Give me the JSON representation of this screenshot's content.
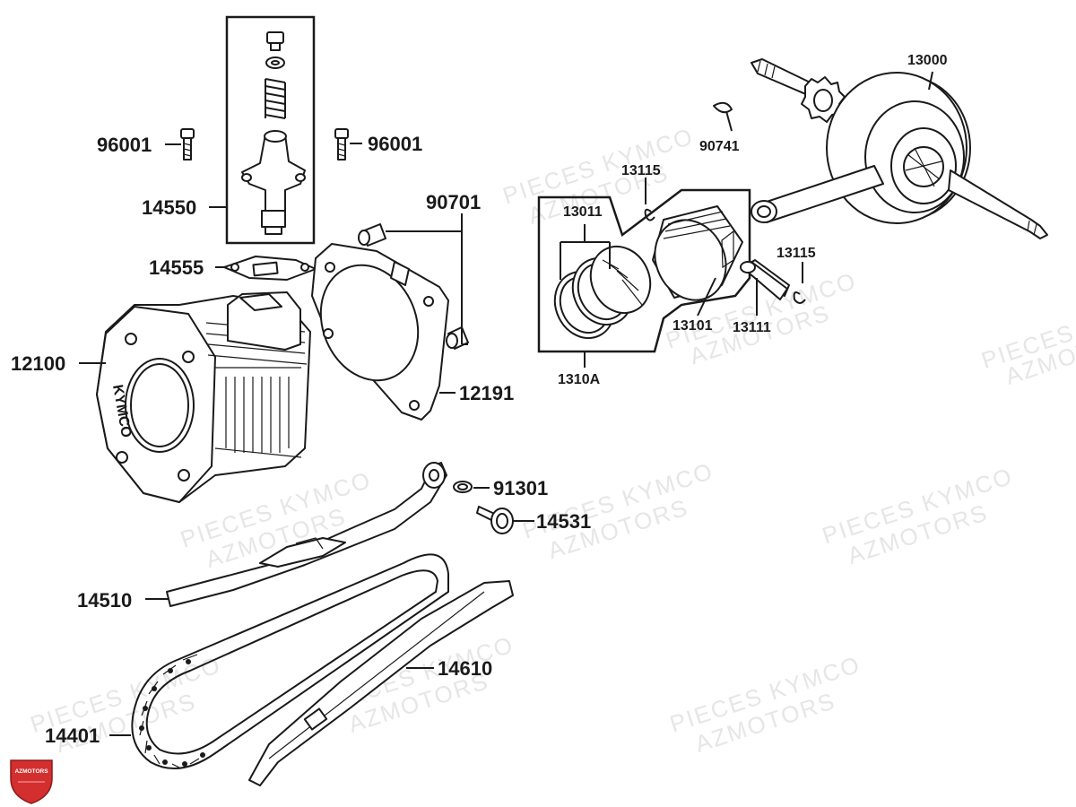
{
  "watermark": {
    "line1": "PIECES KYMCO",
    "line2": "AZMOTORS"
  },
  "logo": {
    "text": "AZMOTORS",
    "color": "#d32f2f"
  },
  "cylinder_brand": "KYMCO",
  "parts": {
    "p13000": "13000",
    "p90741": "90741",
    "p13115a": "13115",
    "p13115b": "13115",
    "p13011": "13011",
    "p13101": "13101",
    "p13111": "13111",
    "p1310A": "1310A",
    "p96001a": "96001",
    "p96001b": "96001",
    "p14550": "14550",
    "p90701": "90701",
    "p14555": "14555",
    "p12100": "12100",
    "p12191": "12191",
    "p91301": "91301",
    "p14531": "14531",
    "p14510": "14510",
    "p14610": "14610",
    "p14401": "14401"
  }
}
